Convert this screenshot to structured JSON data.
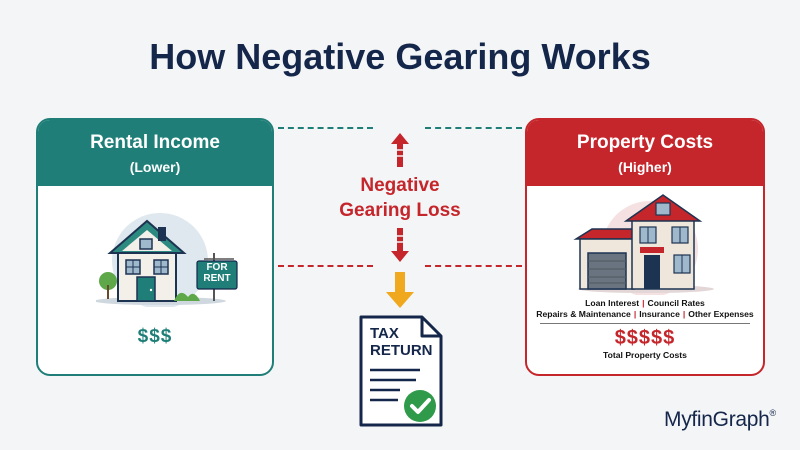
{
  "title": "How Negative Gearing Works",
  "rental": {
    "title": "Rental Income",
    "subtitle": "(Lower)",
    "amount": "$$$",
    "sign_line1": "FOR",
    "sign_line2": "RENT"
  },
  "loss": {
    "line1": "Negative",
    "line2": "Gearing Loss"
  },
  "costs": {
    "title": "Property Costs",
    "subtitle": "(Higher)",
    "items": [
      "Loan Interest",
      "Council Rates",
      "Repairs & Maintenance",
      "Insurance",
      "Other Expenses"
    ],
    "amount": "$$$$$",
    "total_label": "Total Property Costs"
  },
  "tax": {
    "line1": "TAX",
    "line2": "RETURN"
  },
  "brand": {
    "name": "MyfinGraph",
    "mark": "®"
  },
  "colors": {
    "teal": "#1f7f78",
    "red": "#c5262b",
    "navy": "#14264a",
    "arrow_gold": "#f0a81e"
  },
  "icons": [
    "house-icon",
    "for-rent-sign-icon",
    "two-storey-house-icon",
    "up-arrow-icon",
    "down-arrow-icon",
    "tax-return-document-icon",
    "check-icon"
  ]
}
